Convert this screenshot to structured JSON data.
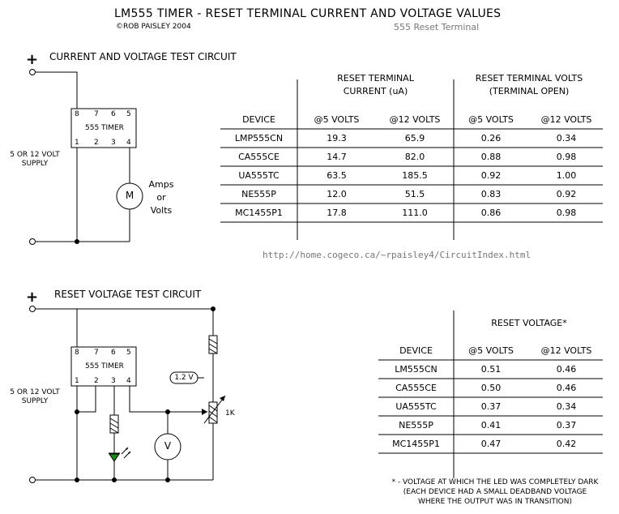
{
  "header": {
    "title": "LM555 TIMER - RESET TERMINAL CURRENT AND VOLTAGE VALUES",
    "copyright": "©ROB PAISLEY 2004",
    "subtitle": "555 Reset Terminal",
    "url": "http://home.cogeco.ca/~rpaisley4/CircuitIndex.html"
  },
  "circuit1": {
    "title": "CURRENT AND VOLTAGE TEST CIRCUIT",
    "plus": "+",
    "chip_label": "555 TIMER",
    "pins_top": [
      "8",
      "7",
      "6",
      "5"
    ],
    "pins_bottom": [
      "1",
      "2",
      "3",
      "4"
    ],
    "supply_line1": "5 OR 12 VOLT",
    "supply_line2": "SUPPLY",
    "meter": "M",
    "meter_label": [
      "Amps",
      "or",
      "Volts"
    ]
  },
  "circuit2": {
    "title": "RESET VOLTAGE TEST CIRCUIT",
    "plus": "+",
    "chip_label": "555 TIMER",
    "pins_top": [
      "8",
      "7",
      "6",
      "5"
    ],
    "pins_bottom": [
      "1",
      "2",
      "3",
      "4"
    ],
    "supply_line1": "5 OR 12 VOLT",
    "supply_line2": "SUPPLY",
    "voltage_tag": "1.2 V",
    "pot_label": "1K",
    "meter": "V"
  },
  "table1": {
    "group1_line1": "RESET TERMINAL",
    "group1_line2": "CURRENT (uA)",
    "group2_line1": "RESET TERMINAL VOLTS",
    "group2_line2": "(TERMINAL OPEN)",
    "columns": [
      "DEVICE",
      "@5 VOLTS",
      "@12 VOLTS",
      "@5 VOLTS",
      "@12 VOLTS"
    ],
    "rows": [
      [
        "LMP555CN",
        "19.3",
        "65.9",
        "0.26",
        "0.34"
      ],
      [
        "CA555CE",
        "14.7",
        "82.0",
        "0.88",
        "0.98"
      ],
      [
        "UA555TC",
        "63.5",
        "185.5",
        "0.92",
        "1.00"
      ],
      [
        "NE555P",
        "12.0",
        "51.5",
        "0.83",
        "0.92"
      ],
      [
        "MC1455P1",
        "17.8",
        "111.0",
        "0.86",
        "0.98"
      ]
    ]
  },
  "table2": {
    "group_title": "RESET VOLTAGE*",
    "columns": [
      "DEVICE",
      "@5 VOLTS",
      "@12 VOLTS"
    ],
    "rows": [
      [
        "LM555CN",
        "0.51",
        "0.46"
      ],
      [
        "CA555CE",
        "0.50",
        "0.46"
      ],
      [
        "UA555TC",
        "0.37",
        "0.34"
      ],
      [
        "NE555P",
        "0.41",
        "0.37"
      ],
      [
        "MC1455P1",
        "0.47",
        "0.42"
      ]
    ],
    "footnote": [
      "* - VOLTAGE AT WHICH THE LED WAS COMPLETELY DARK",
      "(EACH DEVICE HAD A SMALL DEADBAND VOLTAGE",
      "WHERE THE OUTPUT WAS IN TRANSITION)"
    ]
  }
}
